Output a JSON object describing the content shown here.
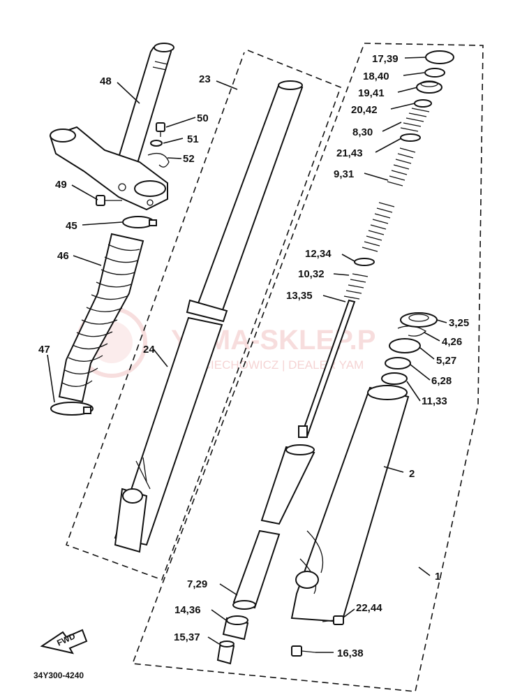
{
  "diagram": {
    "code": "34Y300-4240",
    "fwd_label": "FWD",
    "watermark": {
      "brand": "YAMA-SKLEP.P",
      "dealer": "WOJCIECHOWICZ | DEALER YAM"
    },
    "labels": {
      "p48": "48",
      "p23": "23",
      "p50": "50",
      "p51": "51",
      "p52": "52",
      "p49": "49",
      "p45": "45",
      "p46": "46",
      "p47": "47",
      "p24": "24",
      "p17_39": "17,39",
      "p18_40": "18,40",
      "p19_41": "19,41",
      "p20_42": "20,42",
      "p8_30": "8,30",
      "p21_43": "21,43",
      "p9_31": "9,31",
      "p12_34": "12,34",
      "p10_32": "10,32",
      "p13_35": "13,35",
      "p3_25": "3,25",
      "p4_26": "4,26",
      "p5_27": "5,27",
      "p6_28": "6,28",
      "p11_33": "11,33",
      "p2": "2",
      "p1": "1",
      "p7_29": "7,29",
      "p14_36": "14,36",
      "p22_44": "22,44",
      "p15_37": "15,37",
      "p16_38": "16,38"
    }
  }
}
